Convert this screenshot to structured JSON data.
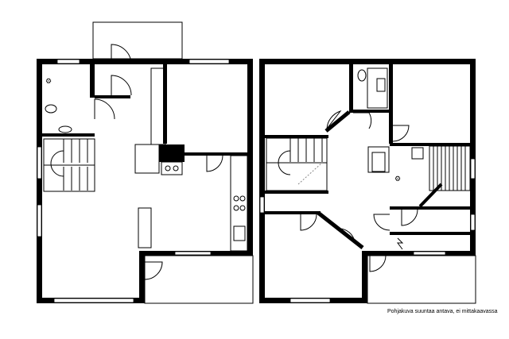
{
  "caption": "Pohjakuva suuntaa antava, ei mittakaavassa",
  "plans": [
    {
      "name": "ground-floor"
    },
    {
      "name": "upper-floor"
    }
  ]
}
